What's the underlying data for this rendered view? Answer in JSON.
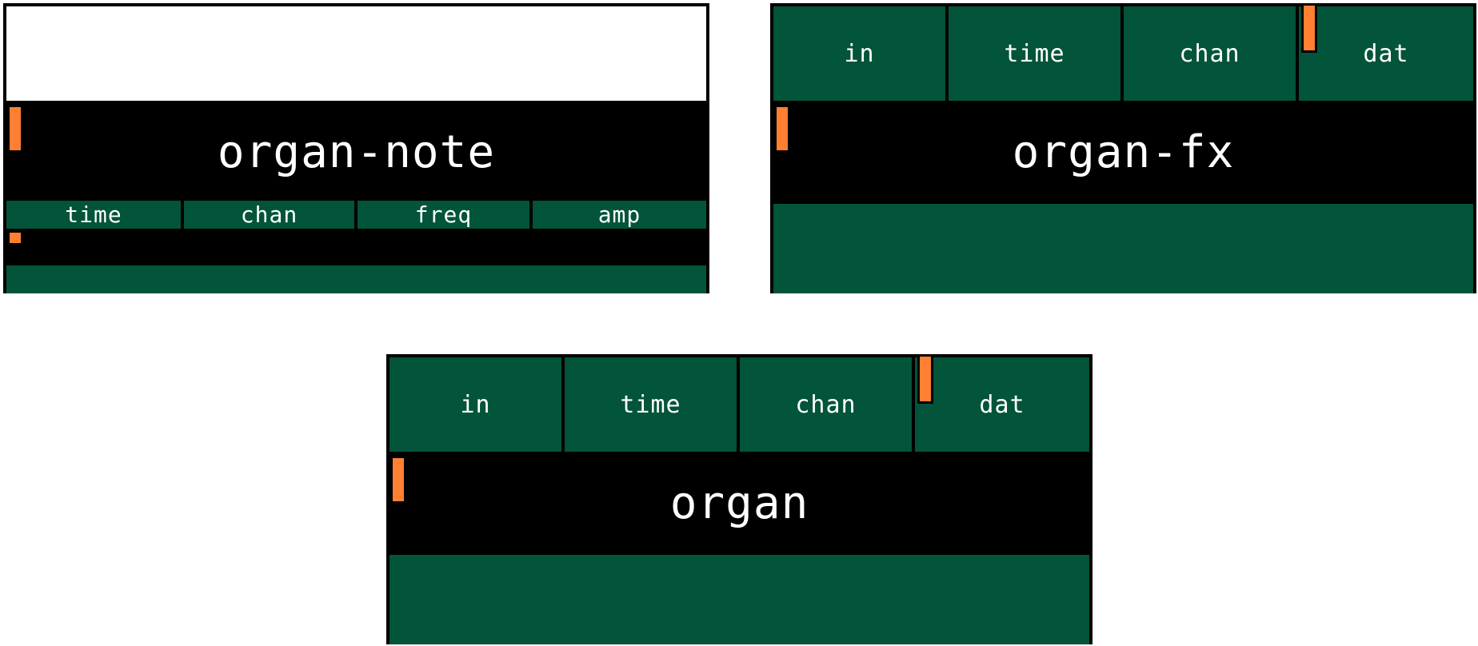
{
  "modules": {
    "organ_note": {
      "title": "organ-note",
      "outputs": [
        "time",
        "chan",
        "freq",
        "amp"
      ]
    },
    "organ_fx": {
      "title": "organ-fx",
      "inputs": [
        "in",
        "time",
        "chan",
        "dat"
      ]
    },
    "organ": {
      "title": "organ",
      "inputs": [
        "in",
        "time",
        "chan",
        "dat"
      ]
    }
  },
  "colors": {
    "port_fill": "#02543a",
    "module_fill": "#000000",
    "marker": "#ff7f33",
    "text": "#ffffff"
  }
}
